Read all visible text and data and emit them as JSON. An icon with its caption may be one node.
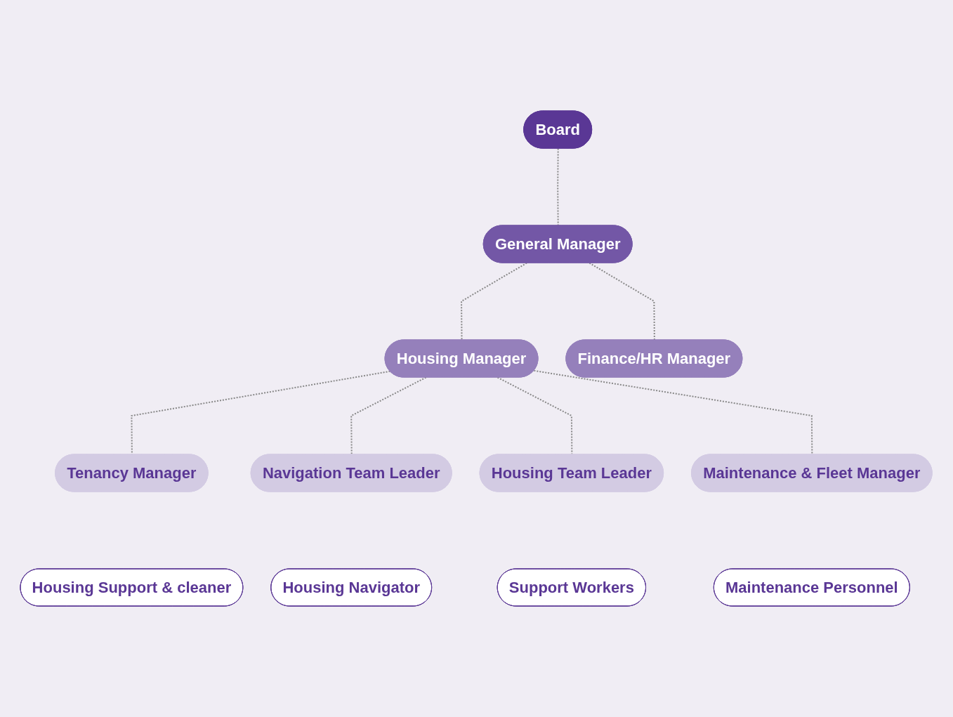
{
  "diagram": {
    "nodes": [
      {
        "text": [
          "Board"
        ]
      },
      {
        "text": [
          "General Manager"
        ]
      },
      {
        "text": [
          "Housing Manager"
        ]
      },
      {
        "text": [
          "Finance/HR Manager"
        ]
      },
      {
        "text": [
          "Tenancy Manager"
        ]
      },
      {
        "text": [
          "Navigation Team Leader"
        ]
      },
      {
        "text": [
          "Housing Team Leader"
        ]
      },
      {
        "text": [
          "Maintenance & Fleet Manager"
        ]
      },
      {
        "text": [
          "Housing Support & cleaner"
        ]
      },
      {
        "text": [
          "Housing Navigator"
        ]
      },
      {
        "text": [
          "Support Workers"
        ]
      },
      {
        "text": [
          "Maintenance Personnel"
        ]
      }
    ],
    "edges": [
      {
        "from": 0,
        "to": 1,
        "arrow": "none",
        "style": "dashed"
      },
      {
        "from": 1,
        "to": 2,
        "arrow": "none",
        "style": "dashed"
      },
      {
        "from": 1,
        "to": 3,
        "arrow": "none",
        "style": "dashed"
      },
      {
        "from": 2,
        "to": 4,
        "arrow": "none",
        "style": "dashed"
      },
      {
        "from": 2,
        "to": 5,
        "arrow": "none",
        "style": "dashed"
      },
      {
        "from": 2,
        "to": 6,
        "arrow": "none",
        "style": "dashed"
      },
      {
        "from": 2,
        "to": 7,
        "arrow": "none",
        "style": "dashed"
      }
    ]
  }
}
